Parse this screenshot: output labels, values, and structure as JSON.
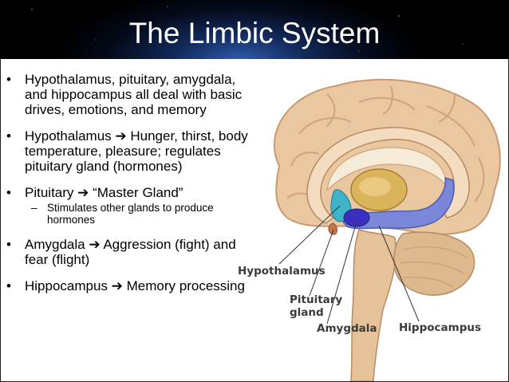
{
  "slide": {
    "title": "The Limbic System",
    "bullets": [
      {
        "text": "Hypothalamus, pituitary, amygdala, and hippocampus all deal with basic drives, emotions, and memory"
      },
      {
        "text": "Hypothalamus ➔ Hunger, thirst, body temperature, pleasure; regulates pituitary gland (hormones)"
      },
      {
        "text": "Pituitary ➔ “Master Gland”",
        "sub": "Stimulates other glands to produce hormones"
      },
      {
        "text": "Amygdala ➔ Aggression (fight) and fear (flight)"
      },
      {
        "text": "Hippocampus ➔ Memory processing"
      }
    ],
    "bullet_glyph": "•",
    "sub_glyph": "–"
  },
  "diagram": {
    "labels": {
      "hypothalamus": "Hypothalamus",
      "pituitary_line1": "Pituitary",
      "pituitary_line2": "gland",
      "amygdala": "Amygdala",
      "hippocampus": "Hippocampus"
    }
  },
  "colors": {
    "header_bg": "#000000",
    "title_text": "#ffffff",
    "brain_tan": "#e9c7a0",
    "hypothalamus": "#3fb3c8",
    "amygdala": "#3a2fbf",
    "hippocampus": "#7a86d8",
    "thalamus": "#d9b45a"
  }
}
